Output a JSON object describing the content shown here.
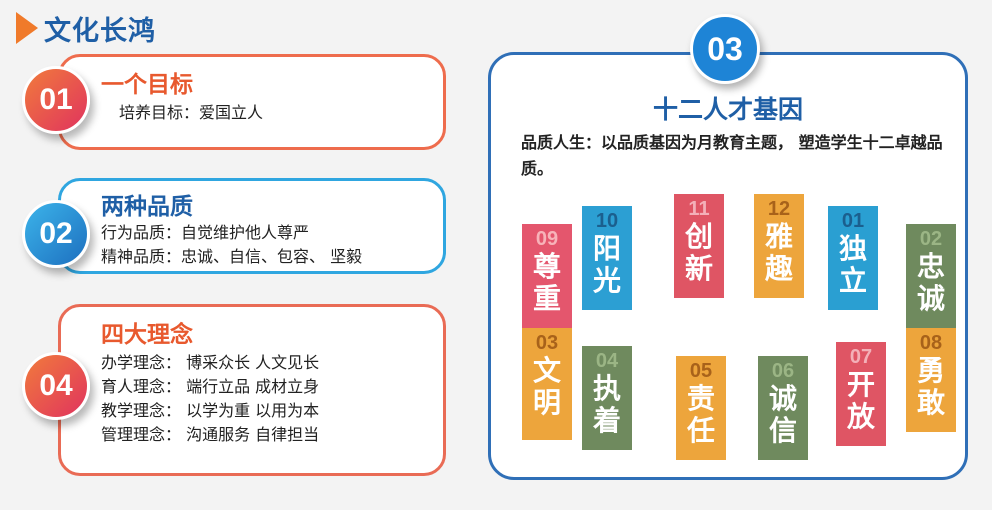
{
  "header": {
    "title": "文化长鸿"
  },
  "cards": [
    {
      "badge": "01",
      "title": "一个目标",
      "lines": [
        "培养目标：爱国立人"
      ]
    },
    {
      "badge": "02",
      "title": "两种品质",
      "lines": [
        "行为品质：自觉维护他人尊严",
        "精神品质：忠诚、自信、包容、 坚毅"
      ]
    },
    {
      "badge": "04",
      "title": "四大理念",
      "lines": [
        "办学理念： 博采众长  人文见长",
        "育人理念： 端行立品  成材立身",
        "教学理念： 以学为重  以用为本",
        "管理理念： 沟通服务  自律担当"
      ]
    }
  ],
  "panel": {
    "badge": "03",
    "title": "十二人才基因",
    "desc": "品质人生：以品质基因为月教育主题， 塑造学生十二卓越品质。",
    "tiles": [
      {
        "num": "09",
        "word": "尊重",
        "color": "#e4566d",
        "numColor": "#f7b3b9"
      },
      {
        "num": "10",
        "word": "阳光",
        "color": "#2c9fd3",
        "numColor": "#1b5f8e"
      },
      {
        "num": "11",
        "word": "创新",
        "color": "#df5564",
        "numColor": "#f3b0b8"
      },
      {
        "num": "12",
        "word": "雅趣",
        "color": "#eda53c",
        "numColor": "#a8621a"
      },
      {
        "num": "01",
        "word": "独立",
        "color": "#2a9fd2",
        "numColor": "#1b5f8e"
      },
      {
        "num": "02",
        "word": "忠诚",
        "color": "#6f8a5e",
        "numColor": "#9bb585"
      },
      {
        "num": "03",
        "word": "文明",
        "color": "#eda53c",
        "numColor": "#a8621a"
      },
      {
        "num": "04",
        "word": "执着",
        "color": "#6f8a5e",
        "numColor": "#9bb585"
      },
      {
        "num": "05",
        "word": "责任",
        "color": "#eda53c",
        "numColor": "#a8621a"
      },
      {
        "num": "06",
        "word": "诚信",
        "color": "#6f8a5e",
        "numColor": "#9bb585"
      },
      {
        "num": "07",
        "word": "开放",
        "color": "#df5564",
        "numColor": "#f3b0b8"
      },
      {
        "num": "08",
        "word": "勇敢",
        "color": "#eda53c",
        "numColor": "#a8621a"
      }
    ]
  }
}
